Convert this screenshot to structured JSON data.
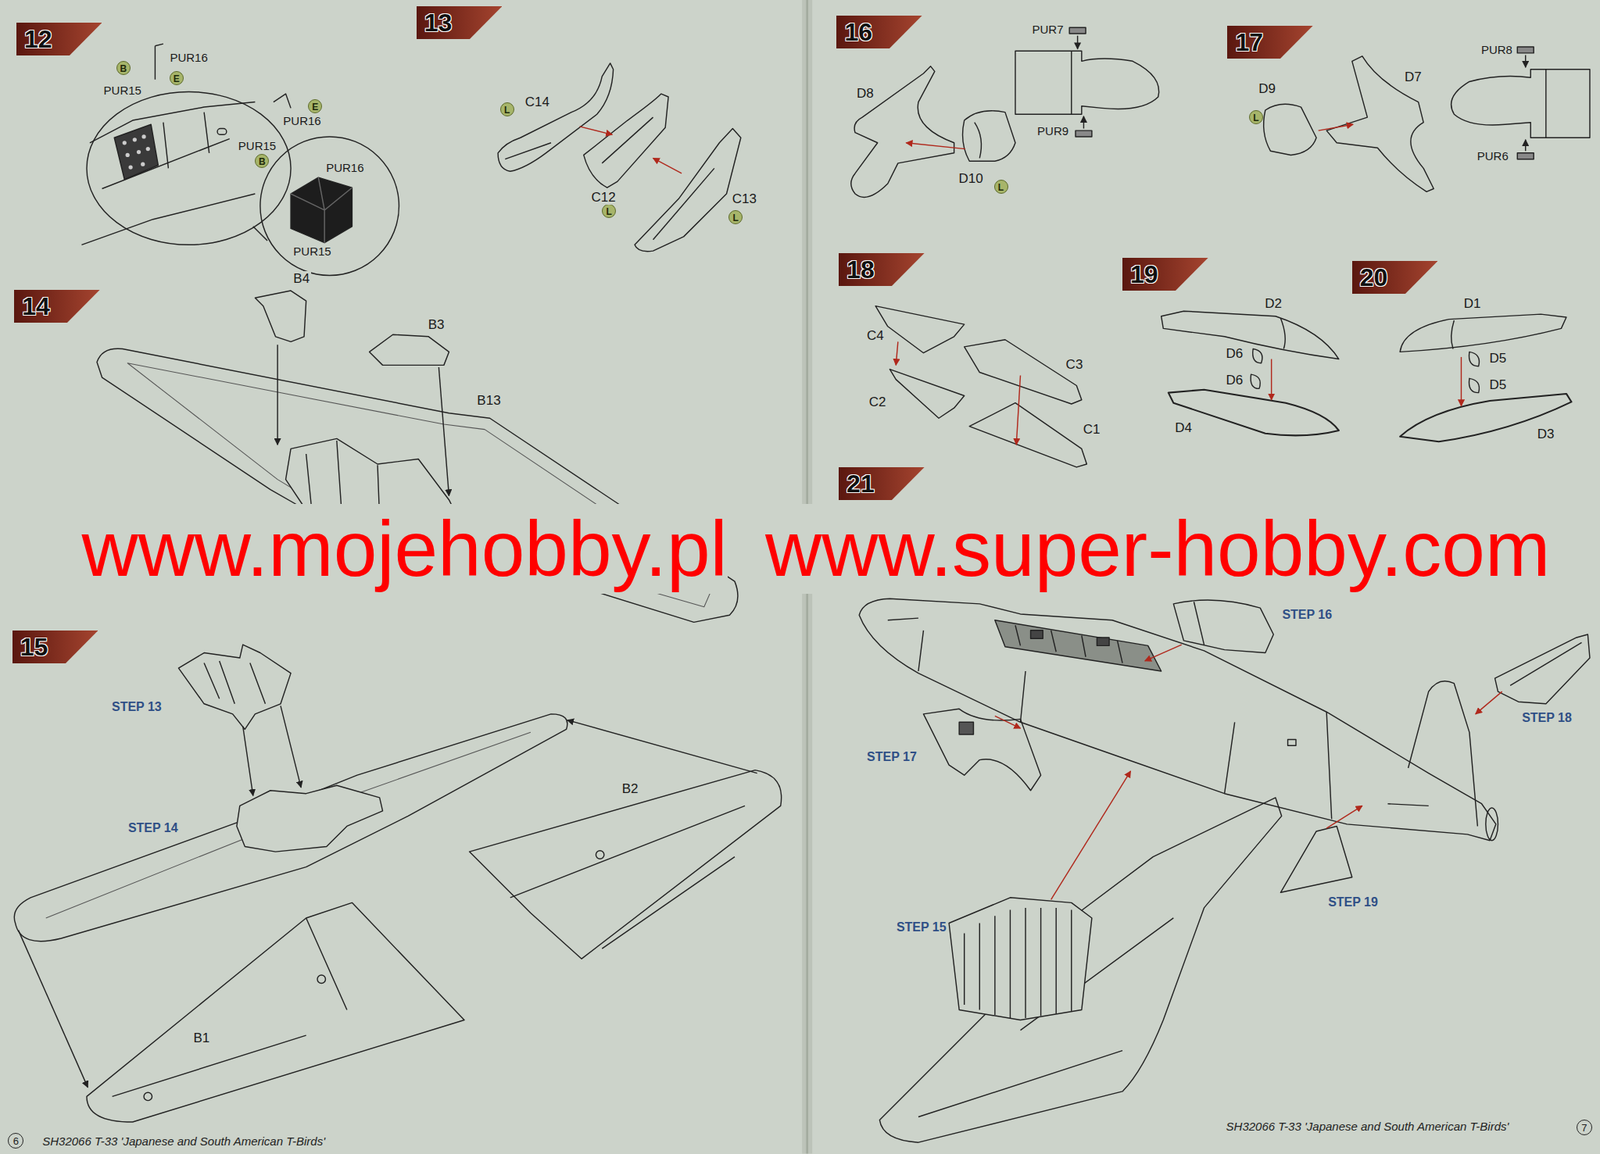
{
  "diagram": {
    "nodes": [
      {
        "text": [
          "12"
        ]
      },
      {
        "text": [
          "B"
        ]
      },
      {
        "text": [
          "E"
        ]
      },
      {
        "text": [
          "E"
        ]
      },
      {
        "text": [
          "B"
        ]
      },
      {
        "text": [
          "13"
        ]
      },
      {
        "text": [
          "L"
        ]
      },
      {
        "text": [
          "L"
        ]
      },
      {
        "text": [
          "L"
        ]
      },
      {
        "text": [
          "14"
        ]
      },
      {
        "text": [
          "15"
        ]
      },
      {
        "text": [
          "16"
        ]
      },
      {
        "text": [
          "L"
        ]
      },
      {
        "text": [
          "17"
        ]
      },
      {
        "text": [
          "L"
        ]
      },
      {
        "text": [
          "18"
        ]
      },
      {
        "text": [
          "19"
        ]
      },
      {
        "text": [
          "20"
        ]
      },
      {
        "text": [
          "21"
        ]
      },
      {
        "text": [
          "6"
        ]
      },
      {
        "text": [
          "7"
        ]
      }
    ],
    "labels": [
      "PUR16",
      "PUR15",
      "PUR16",
      "PUR15",
      "PUR16",
      "PUR15",
      "C14",
      "C12",
      "C13",
      "B4",
      "B3",
      "B13",
      "STEP 13",
      "STEP 14",
      "B2",
      "B1",
      "PUR7",
      "D8",
      "PUR9",
      "D10",
      "PUR8",
      "D7",
      "D9",
      "PUR6",
      "C4",
      "C3",
      "C2",
      "C1",
      "D2",
      "D6",
      "D6",
      "D4",
      "D1",
      "D5",
      "D5",
      "D3",
      "STEP 16",
      "STEP 17",
      "STEP 18",
      "STEP 15",
      "STEP 19",
      "www.mojehobby.pl",
      "www.super-hobby.com",
      "SH32066 T-33 'Japanese and South American T-Birds'",
      "SH32066 T-33 'Japanese and South American T-Birds'"
    ]
  }
}
